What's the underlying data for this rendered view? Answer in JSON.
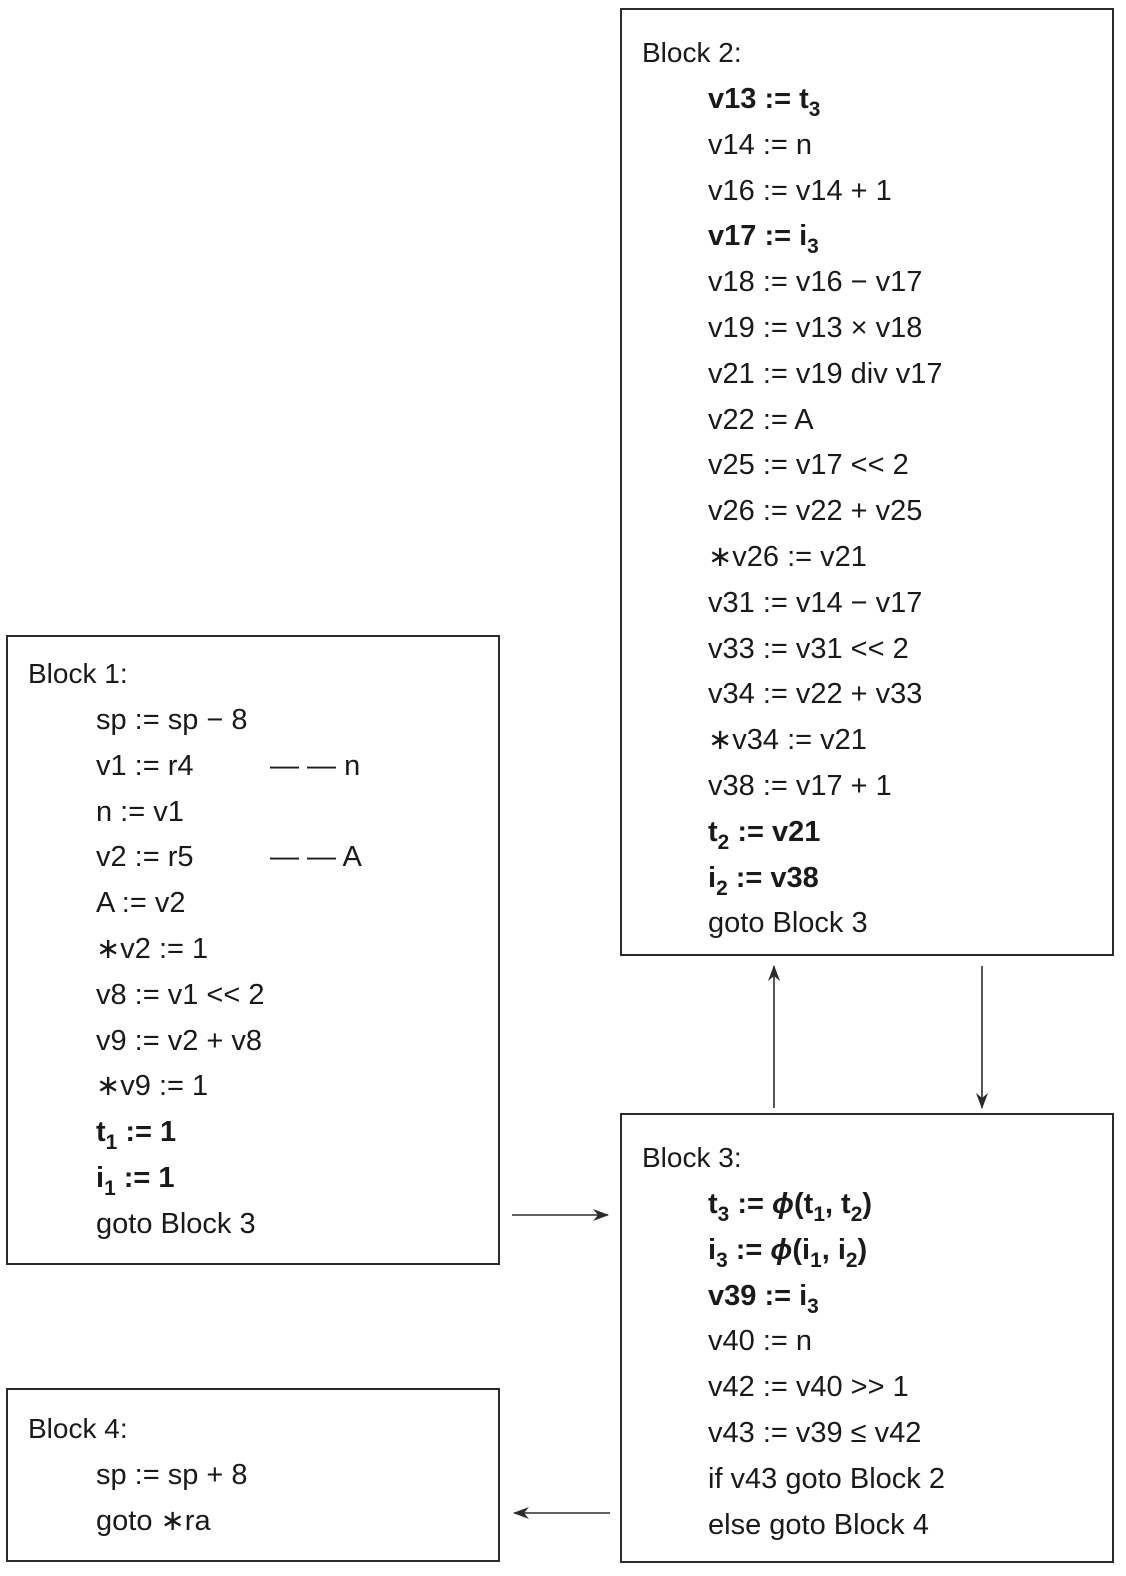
{
  "blocks": {
    "b1": {
      "title": "Block 1:",
      "lines": [
        {
          "text": "sp := sp − 8",
          "bold": false
        },
        {
          "text": "v1 := r4",
          "bold": false,
          "comment": "— — n"
        },
        {
          "text": "n := v1",
          "bold": false
        },
        {
          "text": "v2 := r5",
          "bold": false,
          "comment": "— — A"
        },
        {
          "text": "A := v2",
          "bold": false
        },
        {
          "text": "∗v2 := 1",
          "bold": false
        },
        {
          "text": "v8 := v1 << 2",
          "bold": false
        },
        {
          "text": "v9 := v2 + v8",
          "bold": false
        },
        {
          "text": "∗v9 := 1",
          "bold": false
        },
        {
          "text": "t_1 := 1",
          "bold": true
        },
        {
          "text": "i_1 := 1",
          "bold": true
        },
        {
          "text": "goto Block 3",
          "bold": false
        }
      ]
    },
    "b2": {
      "title": "Block 2:",
      "lines": [
        {
          "text": "v13 := t_3",
          "bold": true
        },
        {
          "text": "v14 := n",
          "bold": false
        },
        {
          "text": "v16 := v14 + 1",
          "bold": false
        },
        {
          "text": "v17 := i_3",
          "bold": true
        },
        {
          "text": "v18 := v16 − v17",
          "bold": false
        },
        {
          "text": "v19 := v13 × v18",
          "bold": false
        },
        {
          "text": "v21 := v19 div v17",
          "bold": false
        },
        {
          "text": "v22 := A",
          "bold": false
        },
        {
          "text": "v25 := v17 << 2",
          "bold": false
        },
        {
          "text": "v26 := v22 + v25",
          "bold": false
        },
        {
          "text": "∗v26 := v21",
          "bold": false
        },
        {
          "text": "v31 := v14 − v17",
          "bold": false
        },
        {
          "text": "v33 := v31 << 2",
          "bold": false
        },
        {
          "text": "v34 := v22 + v33",
          "bold": false
        },
        {
          "text": "∗v34 := v21",
          "bold": false
        },
        {
          "text": "v38 := v17 + 1",
          "bold": false
        },
        {
          "text": "t_2 := v21",
          "bold": true
        },
        {
          "text": "i_2 := v38",
          "bold": true
        },
        {
          "text": "goto Block 3",
          "bold": false
        }
      ]
    },
    "b3": {
      "title": "Block 3:",
      "lines": [
        {
          "text": "t_3 := ϕ(t_1, t_2)",
          "bold": true
        },
        {
          "text": "i_3 := ϕ(i_1, i_2)",
          "bold": true
        },
        {
          "text": "v39 := i_3",
          "bold": true
        },
        {
          "text": "v40 := n",
          "bold": false
        },
        {
          "text": "v42 := v40 >> 1",
          "bold": false
        },
        {
          "text": "v43 := v39 ≤ v42",
          "bold": false
        },
        {
          "text": "if v43 goto Block 2",
          "bold": false
        },
        {
          "text": "else goto Block 4",
          "bold": false
        }
      ]
    },
    "b4": {
      "title": "Block 4:",
      "lines": [
        {
          "text": "sp := sp + 8",
          "bold": false
        },
        {
          "text": "goto ∗ra",
          "bold": false
        }
      ]
    }
  },
  "edges": [
    {
      "from": "Block 1",
      "to": "Block 3"
    },
    {
      "from": "Block 2",
      "to": "Block 3"
    },
    {
      "from": "Block 3",
      "to": "Block 2"
    },
    {
      "from": "Block 3",
      "to": "Block 4"
    }
  ]
}
